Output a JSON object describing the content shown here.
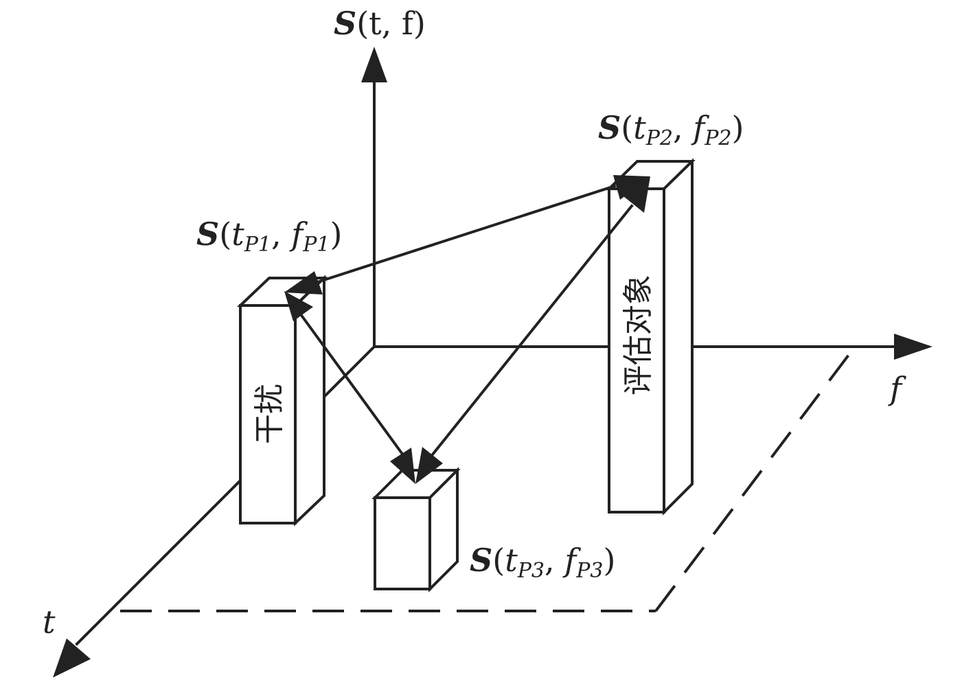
{
  "axes": {
    "vertical_label_fn": "S",
    "vertical_label_args": "(t, f)",
    "f_label": "f",
    "t_label": "t"
  },
  "points": [
    {
      "fn": "S",
      "t": "t",
      "t_sub": "P1",
      "f": "f",
      "f_sub": "P1"
    },
    {
      "fn": "S",
      "t": "t",
      "t_sub": "P2",
      "f": "f",
      "f_sub": "P2"
    },
    {
      "fn": "S",
      "t": "t",
      "t_sub": "P3",
      "f": "f",
      "f_sub": "P3"
    }
  ],
  "boxes": {
    "interference": "干扰",
    "target": "评估对象"
  },
  "colors": {
    "stroke": "#222222",
    "background": "#ffffff"
  }
}
